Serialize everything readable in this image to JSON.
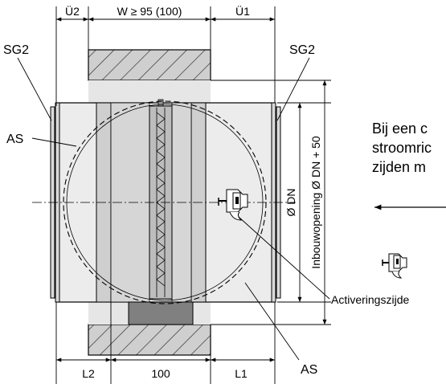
{
  "dimensions": {
    "u2": "Ü2",
    "width": "W ≥ 95 (100)",
    "u1": "Ü1",
    "l2": "L2",
    "center": "100",
    "l1": "L1",
    "dn": "Ø DN",
    "opening": "Inbouwopening Ø DN + 50"
  },
  "labels": {
    "sg2_left": "SG2",
    "sg2_right": "SG2",
    "as_left": "AS",
    "as_bottom": "AS",
    "activation": "Activeringszijde"
  },
  "side_note": {
    "line1": "Bij een c",
    "line2": "stroomric",
    "line3": "zijden m"
  }
}
